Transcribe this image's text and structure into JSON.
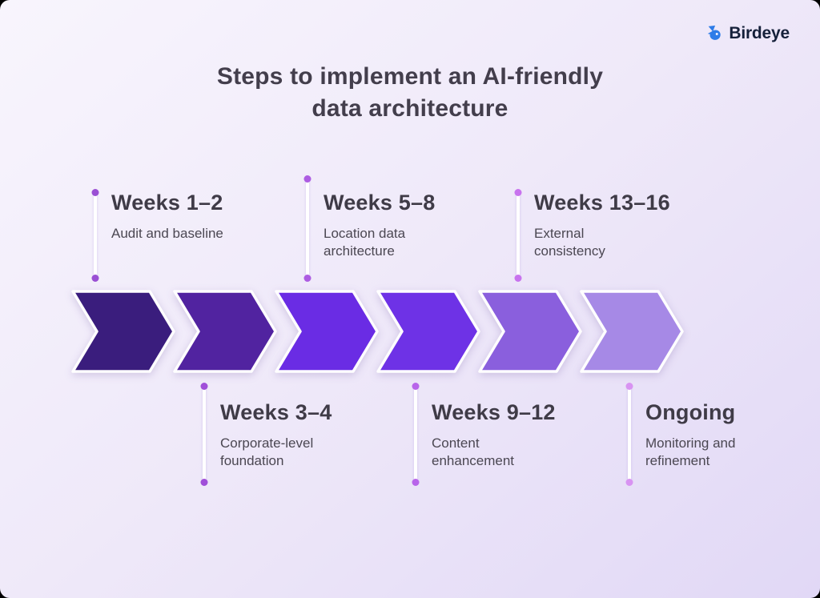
{
  "logo": {
    "brand": "Birdeye",
    "icon": "birdeye-bird-icon",
    "icon_color": "#2e7ce8",
    "text_color": "#15203a"
  },
  "title": {
    "line1": "Steps to implement an AI-friendly",
    "line2": "data architecture"
  },
  "timeline": {
    "stages": [
      {
        "color": "#3a1d7d"
      },
      {
        "color": "#5123a0"
      },
      {
        "color": "#6a2ce4"
      },
      {
        "color": "#6e32e6"
      },
      {
        "color": "#8a5fdd"
      },
      {
        "color": "#a689e6"
      }
    ],
    "top_milestones": [
      {
        "heading": "Weeks 1–2",
        "subtitle": "Audit and baseline",
        "dot_color": "#9a4fd4"
      },
      {
        "heading": "Weeks 5–8",
        "subtitle": "Location data architecture",
        "dot_color": "#ad5ce2"
      },
      {
        "heading": "Weeks 13–16",
        "subtitle": "External consistency",
        "dot_color": "#c873ee"
      }
    ],
    "bottom_milestones": [
      {
        "heading": "Weeks 3–4",
        "subtitle": "Corporate-level foundation",
        "dot_color": "#a04fd9"
      },
      {
        "heading": "Weeks 9–12",
        "subtitle": "Content enhancement",
        "dot_color": "#b865ea"
      },
      {
        "heading": "Ongoing",
        "subtitle": "Monitoring and refinement",
        "dot_color": "#d893f2"
      }
    ]
  }
}
